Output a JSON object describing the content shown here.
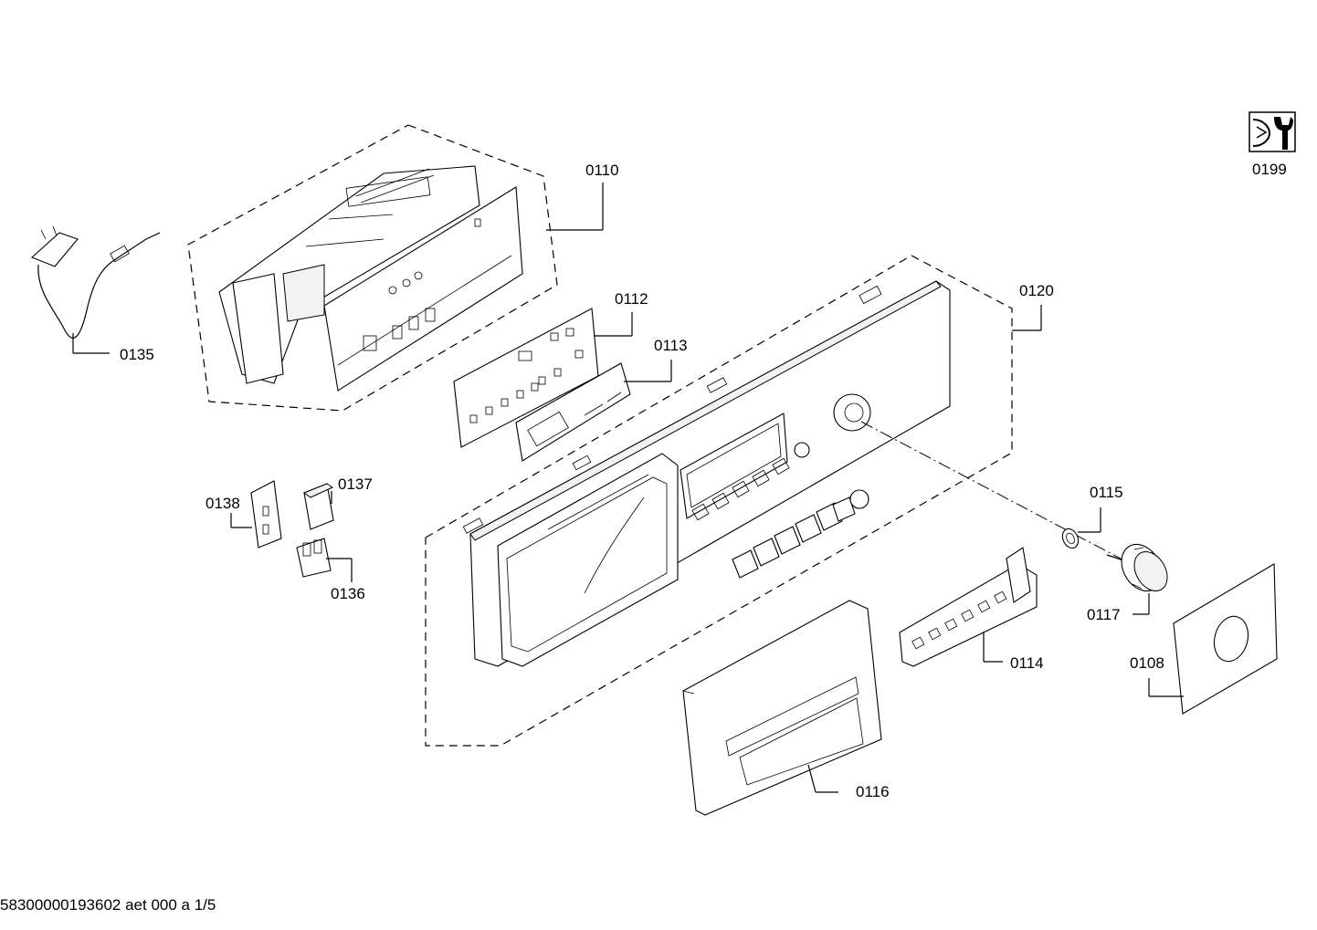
{
  "drawing_id": "58300000193602 aet 000 a 1/5",
  "parts": {
    "p0110": "0110",
    "p0112": "0112",
    "p0113": "0113",
    "p0114": "0114",
    "p0115": "0115",
    "p0116": "0116",
    "p0117": "0117",
    "p0120": "0120",
    "p0135": "0135",
    "p0136": "0136",
    "p0137": "0137",
    "p0138": "0138",
    "p0108": "0108",
    "p0199": "0199"
  },
  "icons": {
    "service_kit": "wrench-tool-icon"
  }
}
